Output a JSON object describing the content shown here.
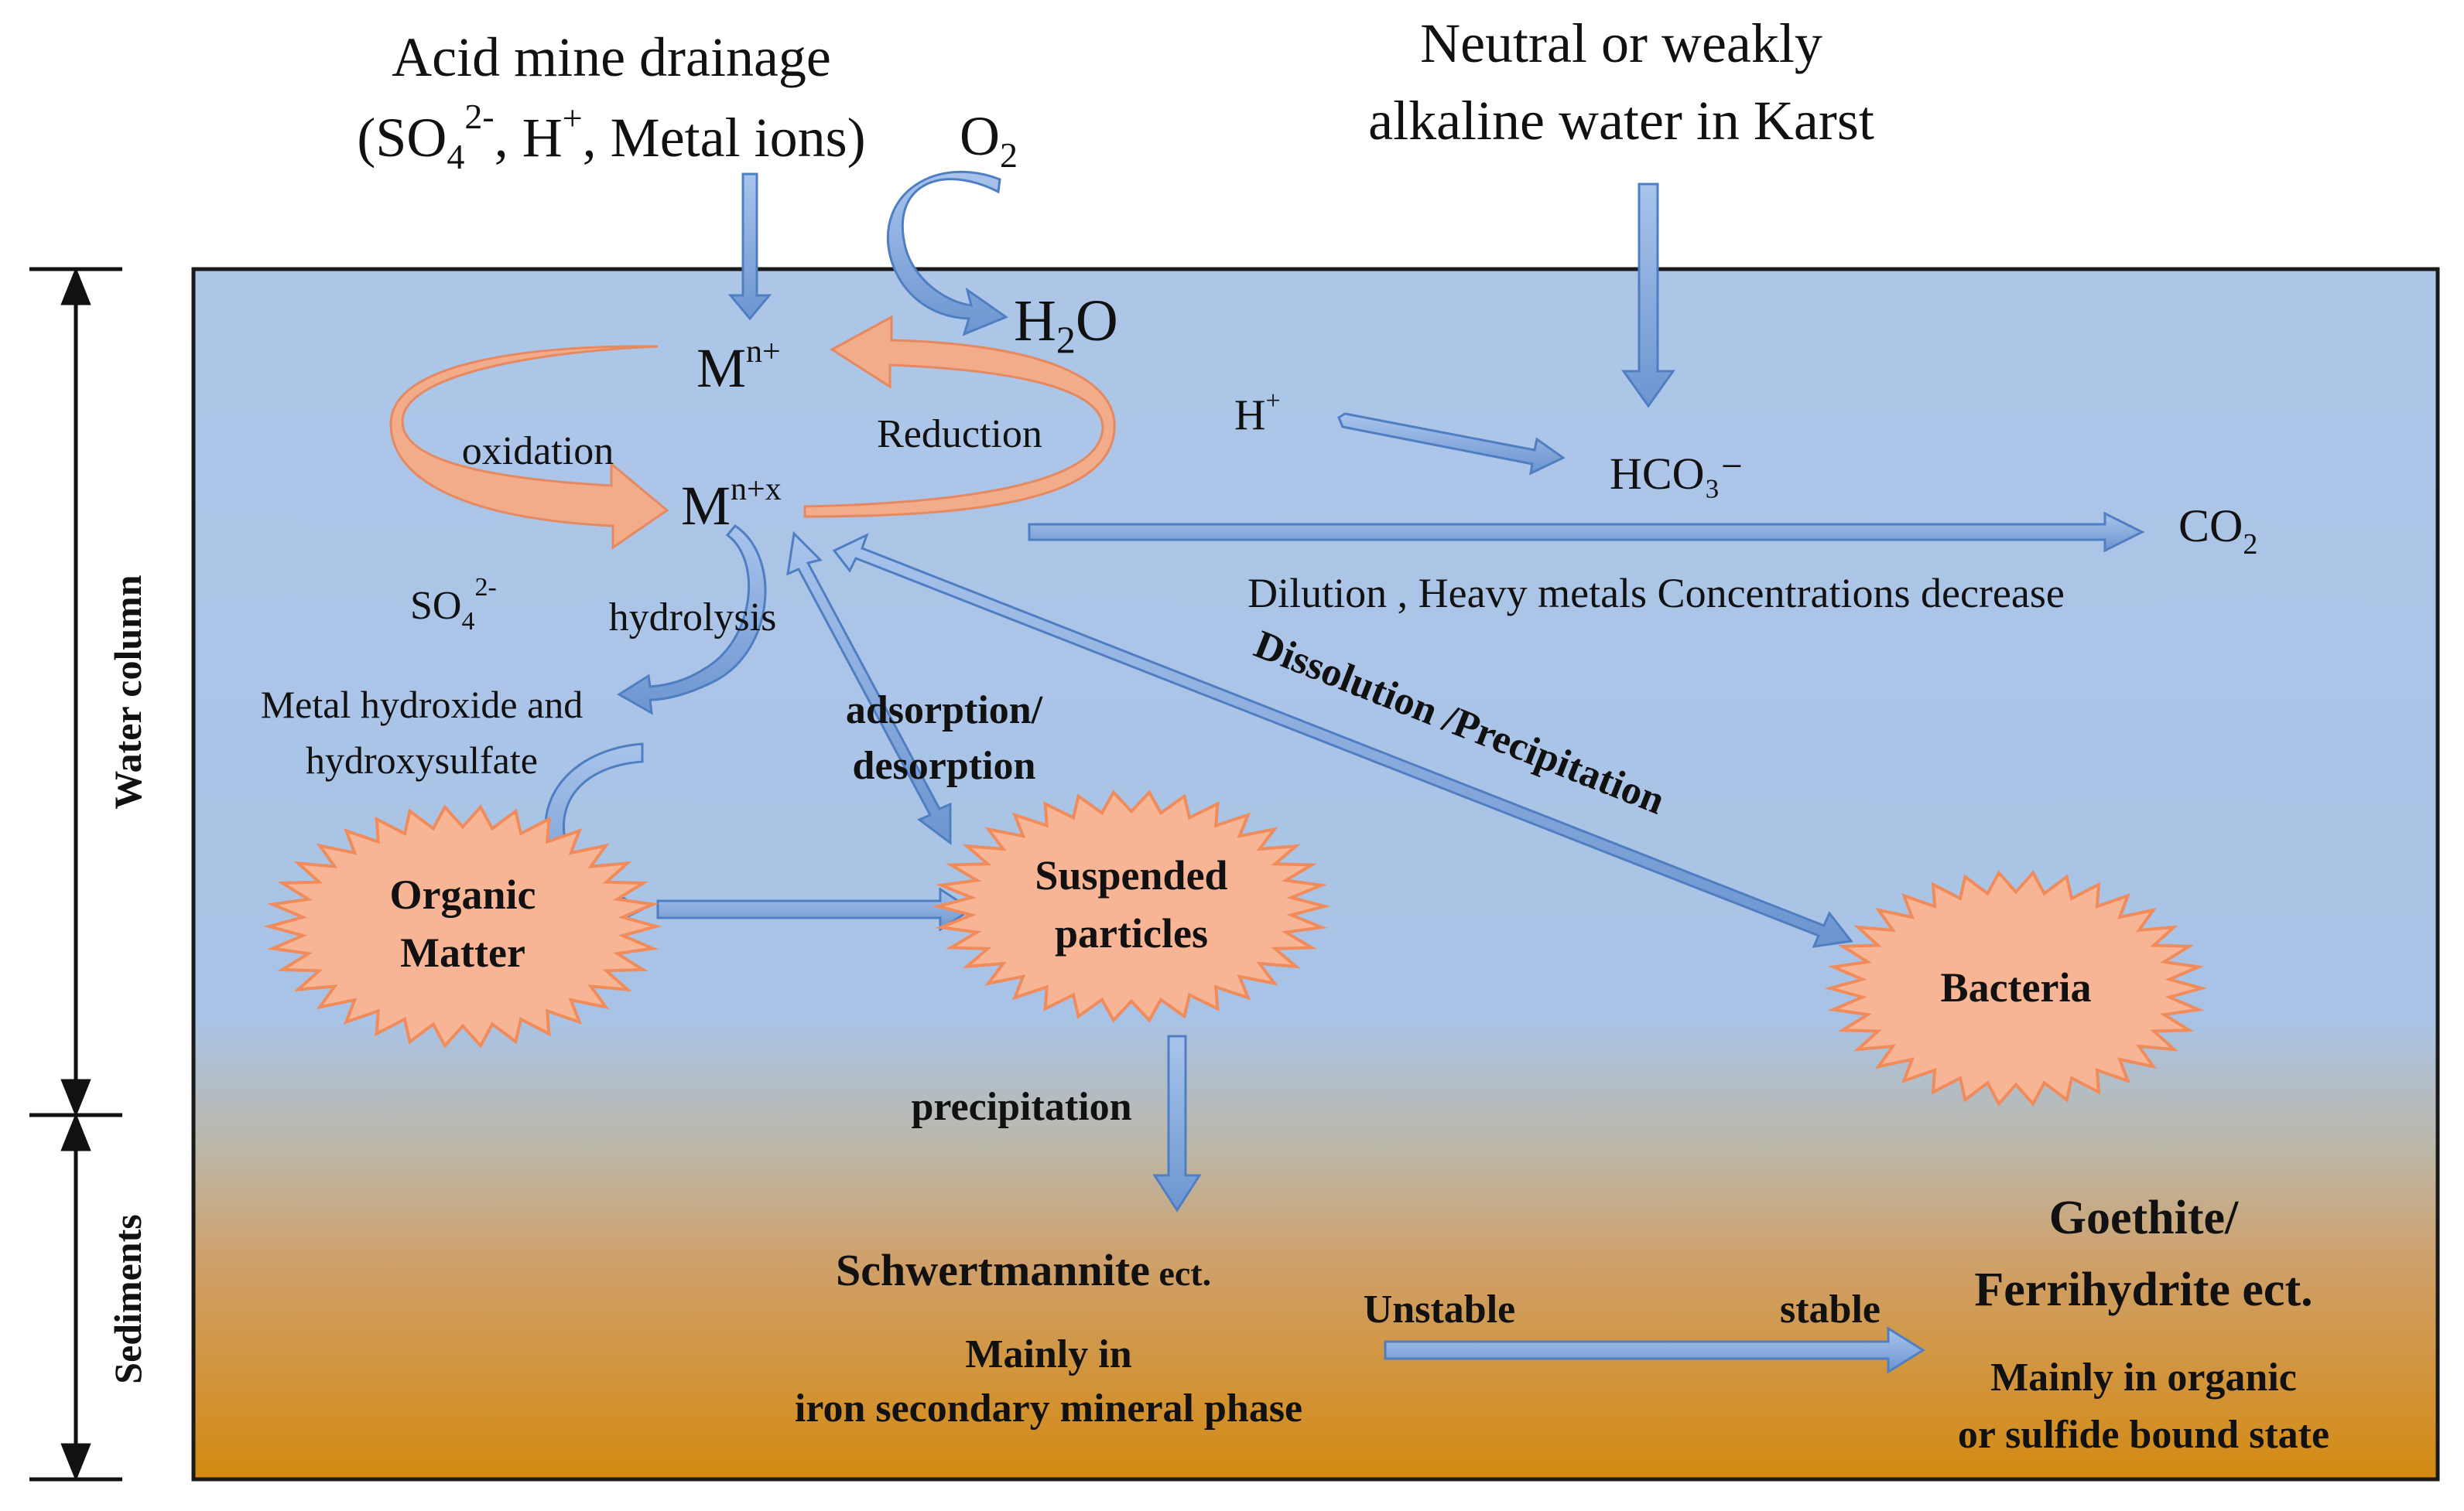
{
  "colors": {
    "water_top": "#adc6e8",
    "water_mid": "#a9c3e6",
    "sediment_mid": "#cfa06a",
    "sediment_bottom": "#d48a12",
    "blue_arrow_fill": "#7fa6dc",
    "blue_arrow_stroke": "#4f7fc2",
    "orange_cycle": "#f7ab86",
    "orange_cycle_stroke": "#e8865a",
    "starburst_fill": "#f8b595",
    "starburst_stroke": "#f08c5c",
    "frame": "#1a1a1a"
  },
  "sources": {
    "amd_line1": "Acid mine drainage",
    "amd_species": "SO",
    "amd_species_sub": "4",
    "amd_species_sup": "2-",
    "amd_rest_a": ", H",
    "amd_rest_sup": "+",
    "amd_rest_b": ", Metal ions)",
    "amd_open_paren": "(",
    "o2_main": "O",
    "o2_sub": "2",
    "h2o_a": "H",
    "h2o_sub": "2",
    "h2o_b": "O",
    "karst_line1": "Neutral or weakly",
    "karst_line2": "alkaline water in Karst"
  },
  "cycle": {
    "mn_main": "M",
    "mn_sup": "n+",
    "mnx_main": "M",
    "mnx_sup": "n+x",
    "oxidation": "oxidation",
    "reduction": "Reduction"
  },
  "carbonate": {
    "h_main": "H",
    "h_sup": "+",
    "hco3": "HCO₃⁻",
    "co2_main": "CO",
    "co2_sub": "2",
    "dilution": "Dilution , Heavy metals Concentrations decrease"
  },
  "hydrolysis": {
    "so4_main": "SO",
    "so4_sub": "4",
    "so4_sup": "2-",
    "hydrolysis": "hydrolysis",
    "product_line1": "Metal hydroxide and",
    "product_line2": "hydroxysulfate"
  },
  "processes": {
    "adsorption_line1": "adsorption/",
    "adsorption_line2": "desorption",
    "dissolution": "Dissolution /Precipitation",
    "precipitation": "precipitation"
  },
  "nodes": {
    "organic_line1": "Organic",
    "organic_line2": "Matter",
    "suspended_line1": "Suspended",
    "suspended_line2": "particles",
    "bacteria": "Bacteria"
  },
  "sediments": {
    "schwert_main": "Schwertmannite",
    "schwert_suffix": " ect.",
    "schwert_desc_line1": "Mainly in",
    "schwert_desc_line2": "iron secondary mineral phase",
    "unstable": "Unstable",
    "stable": "stable",
    "goethite_line1": "Goethite/",
    "goethite_line2": "Ferrihydrite ect.",
    "goethite_desc_line1": "Mainly in organic",
    "goethite_desc_line2": "or sulfide bound state"
  },
  "side_labels": {
    "water_column": "Water column",
    "sediments": "Sediments"
  }
}
